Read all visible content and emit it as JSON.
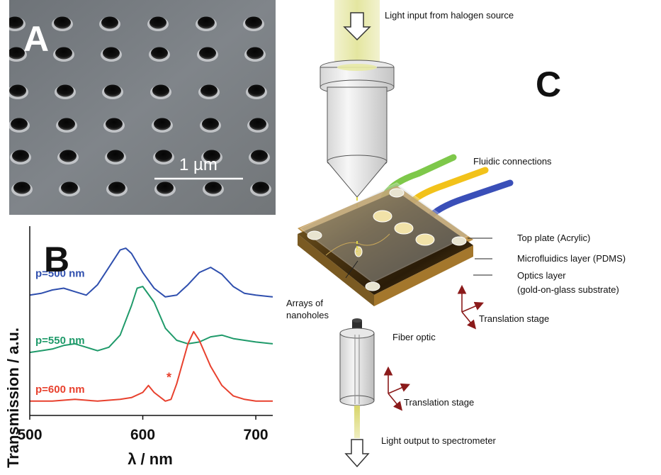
{
  "panel_a": {
    "letter": "A",
    "scale_bar_label": "1 µm"
  },
  "panel_b": {
    "letter": "B",
    "chart_data": {
      "type": "line",
      "title": "",
      "xlabel": "λ / nm",
      "ylabel": "Transmission / a.u.",
      "xlim": [
        500,
        715
      ],
      "x_ticks": [
        "500",
        "600",
        "700"
      ],
      "x_tick_values": [
        500,
        600,
        700
      ],
      "y_ticks": false,
      "grid": false,
      "annotations": [
        {
          "text": "*",
          "x": 621,
          "y": 0.12,
          "color": "#e8412e"
        }
      ],
      "series": [
        {
          "name": "p=500 nm",
          "color": "#2f4fae",
          "x": [
            500,
            510,
            520,
            530,
            540,
            550,
            560,
            570,
            580,
            585,
            590,
            600,
            610,
            620,
            630,
            640,
            650,
            660,
            670,
            680,
            690,
            700,
            715
          ],
          "y": [
            0.66,
            0.67,
            0.69,
            0.7,
            0.68,
            0.66,
            0.72,
            0.82,
            0.92,
            0.93,
            0.9,
            0.79,
            0.7,
            0.65,
            0.66,
            0.72,
            0.79,
            0.82,
            0.78,
            0.71,
            0.67,
            0.66,
            0.65
          ]
        },
        {
          "name": "p=550 nm",
          "color": "#1f9a6a",
          "x": [
            500,
            510,
            520,
            530,
            540,
            550,
            560,
            570,
            580,
            590,
            595,
            600,
            610,
            620,
            630,
            640,
            650,
            660,
            670,
            680,
            690,
            700,
            715
          ],
          "y": [
            0.33,
            0.34,
            0.35,
            0.37,
            0.38,
            0.36,
            0.34,
            0.36,
            0.43,
            0.6,
            0.7,
            0.71,
            0.62,
            0.47,
            0.4,
            0.38,
            0.39,
            0.42,
            0.43,
            0.41,
            0.4,
            0.39,
            0.38
          ]
        },
        {
          "name": "p=600 nm",
          "color": "#e8412e",
          "x": [
            500,
            520,
            540,
            560,
            580,
            590,
            600,
            605,
            610,
            620,
            625,
            630,
            640,
            645,
            650,
            660,
            670,
            680,
            690,
            700,
            715
          ],
          "y": [
            0.05,
            0.05,
            0.06,
            0.05,
            0.06,
            0.07,
            0.1,
            0.14,
            0.1,
            0.05,
            0.06,
            0.15,
            0.38,
            0.45,
            0.4,
            0.25,
            0.14,
            0.08,
            0.06,
            0.05,
            0.05
          ]
        }
      ]
    }
  },
  "panel_c": {
    "letter": "C",
    "labels": {
      "light_input": "Light input from halogen source",
      "fluidic": "Fluidic connections",
      "top_plate": "Top plate  (Acrylic)",
      "microfluidics": "Microfluidics layer  (PDMS)",
      "optics_1": "Optics layer",
      "optics_2": "(gold-on-glass substrate)",
      "arrays_1": "Arrays of",
      "arrays_2": "nanoholes",
      "translation_stage_1": "Translation stage",
      "fiber_optic": "Fiber optic",
      "translation_stage_2": "Translation stage",
      "light_output": "Light output to spectrometer"
    },
    "tube_colors": [
      "#7ec84a",
      "#f2c21a",
      "#3a4fb8"
    ],
    "arrow_color": "#8b1a1a"
  }
}
